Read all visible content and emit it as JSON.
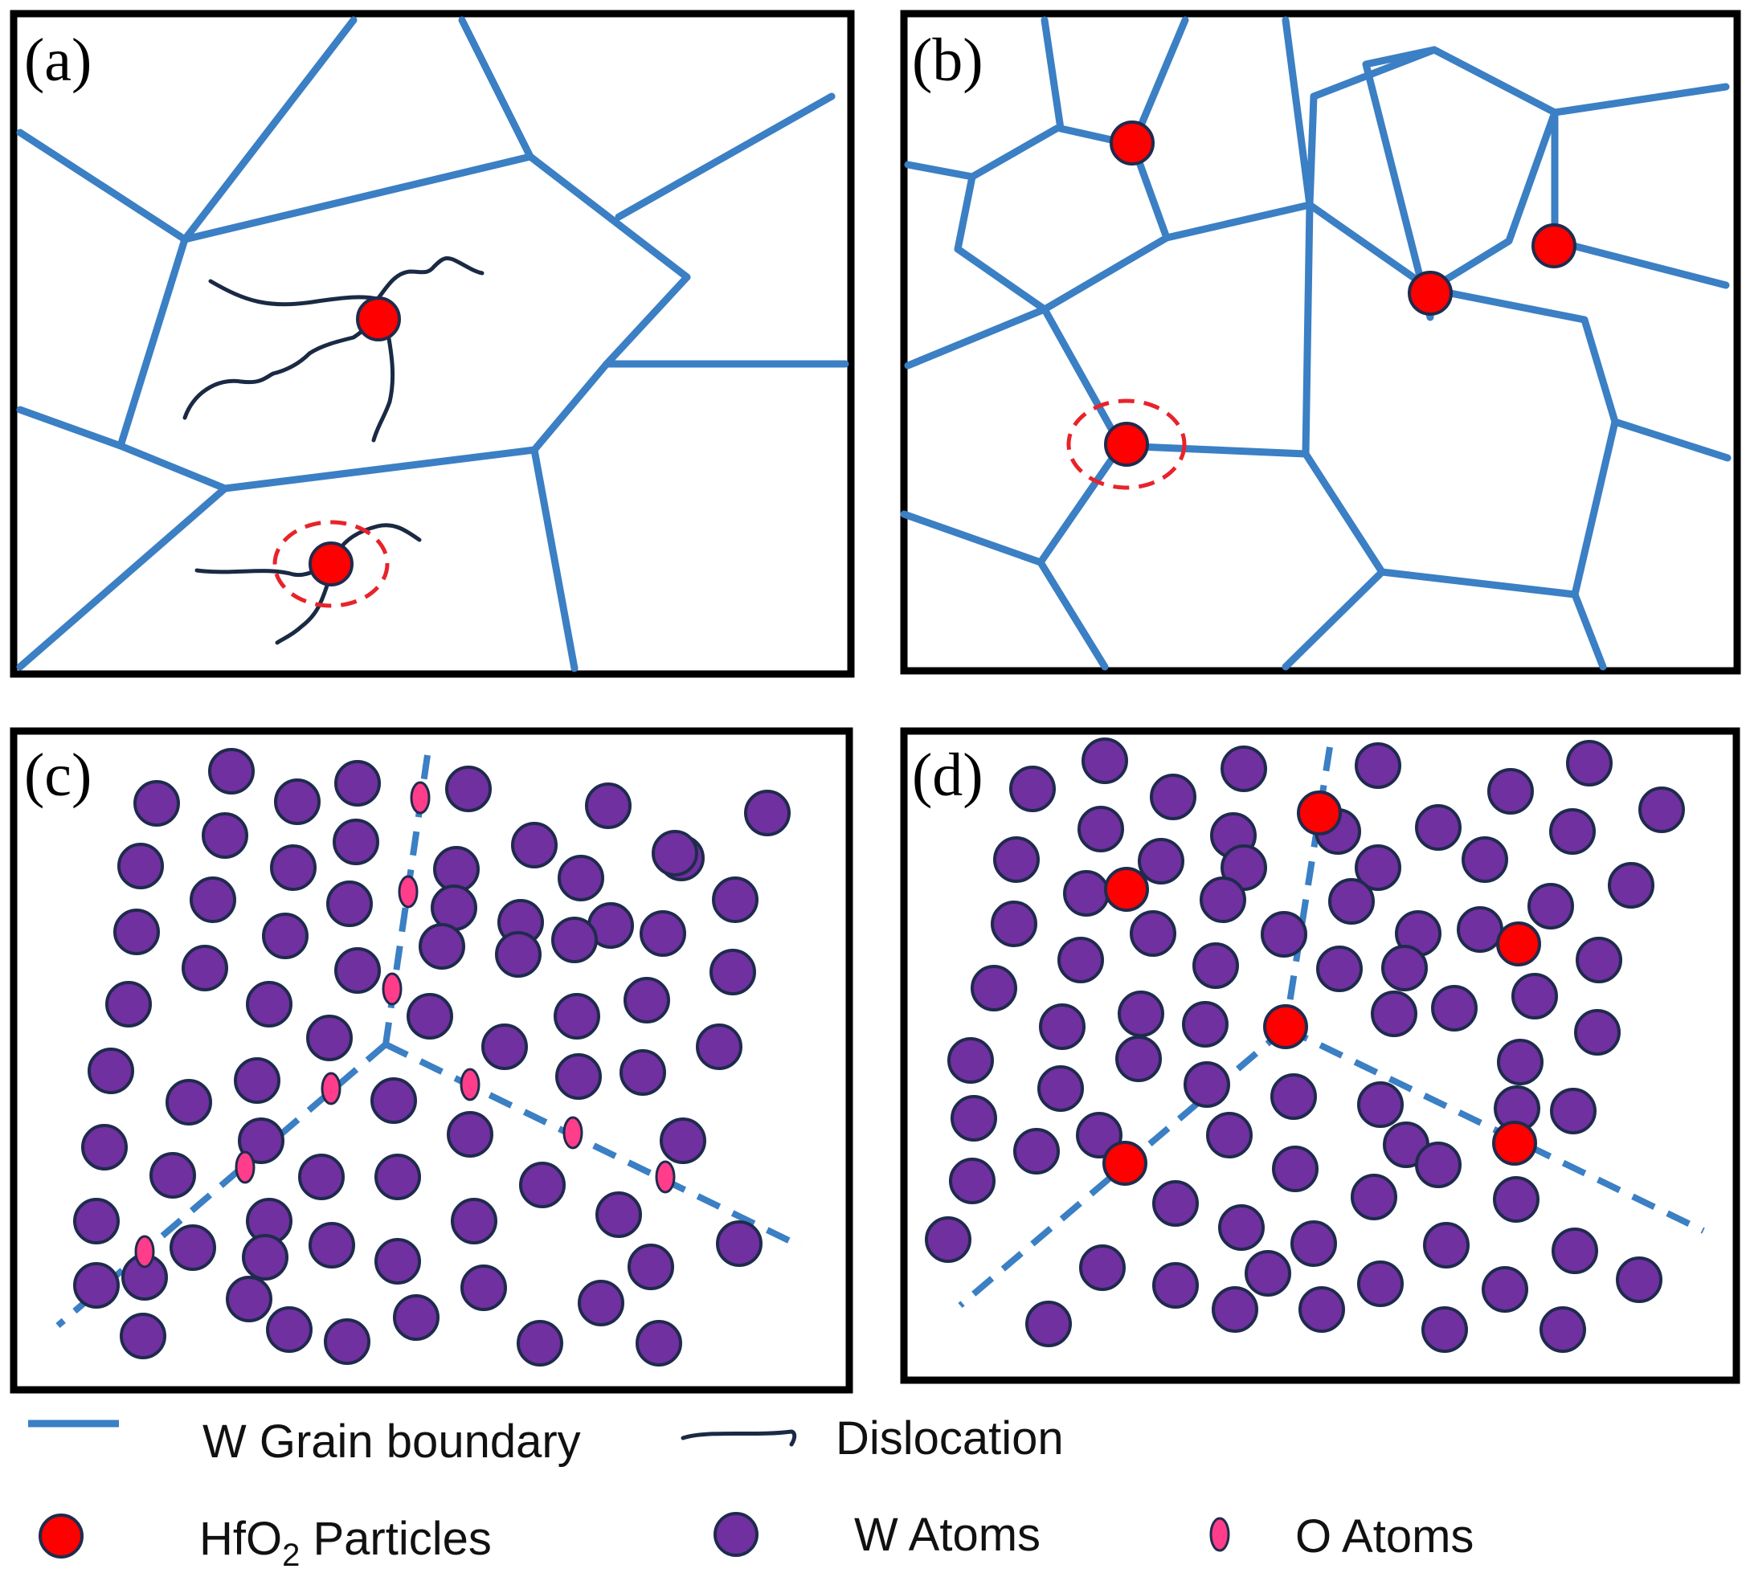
{
  "panels": {
    "a": {
      "label": "(a)"
    },
    "b": {
      "label": "(b)"
    },
    "c": {
      "label": "(c)"
    },
    "d": {
      "label": "(d)"
    }
  },
  "legend": {
    "grain_boundary": "W Grain boundary",
    "dislocation": "Dislocation",
    "hfo2_prefix": "HfO",
    "hfo2_sub": "2",
    "hfo2_suffix": " Particles",
    "w_atoms": "W Atoms",
    "o_atoms": "O Atoms"
  },
  "colors": {
    "grain_boundary": "#3b7fc4",
    "dislocation": "#1a2a44",
    "hfo2_particle": "#ff0000",
    "w_atom": "#7030a0",
    "o_atom": "#ff3d8b",
    "particle_outline": "#1f2b4d",
    "highlight_ring": "#e8232a",
    "frame": "#000000"
  }
}
